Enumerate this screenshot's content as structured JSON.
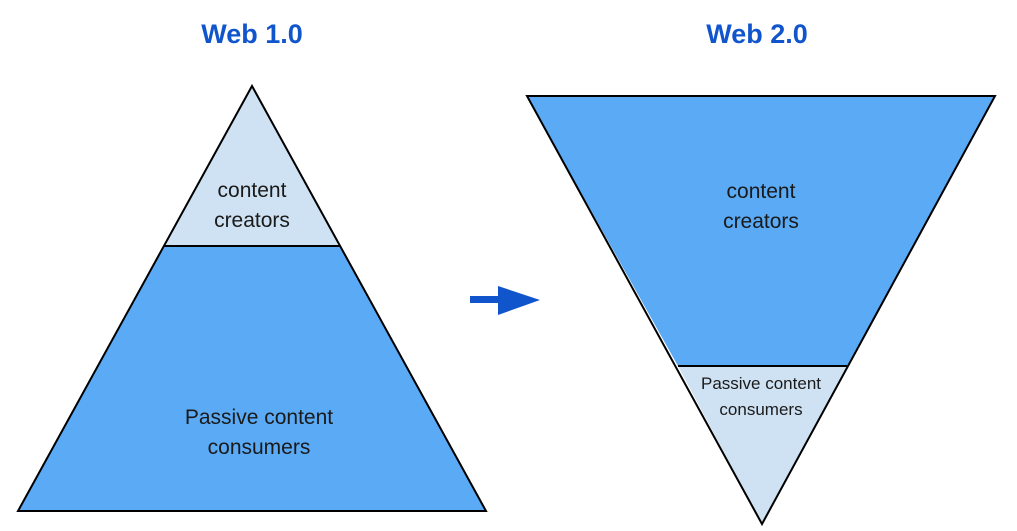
{
  "colors": {
    "title": "#1155cc",
    "dark_fill": "#5aaaf5",
    "light_fill": "#cfe2f3",
    "stroke": "#000000",
    "arrow": "#1155cc"
  },
  "web1": {
    "title": "Web 1.0",
    "top_section": {
      "line1": "content",
      "line2": "creators"
    },
    "bottom_section": {
      "line1": "Passive content",
      "line2": "consumers"
    }
  },
  "web2": {
    "title": "Web 2.0",
    "top_section": {
      "line1": "content",
      "line2": "creators"
    },
    "bottom_section": {
      "line1": "Passive content",
      "line2": "consumers"
    }
  },
  "arrow": {
    "icon": "arrow-right-icon"
  }
}
